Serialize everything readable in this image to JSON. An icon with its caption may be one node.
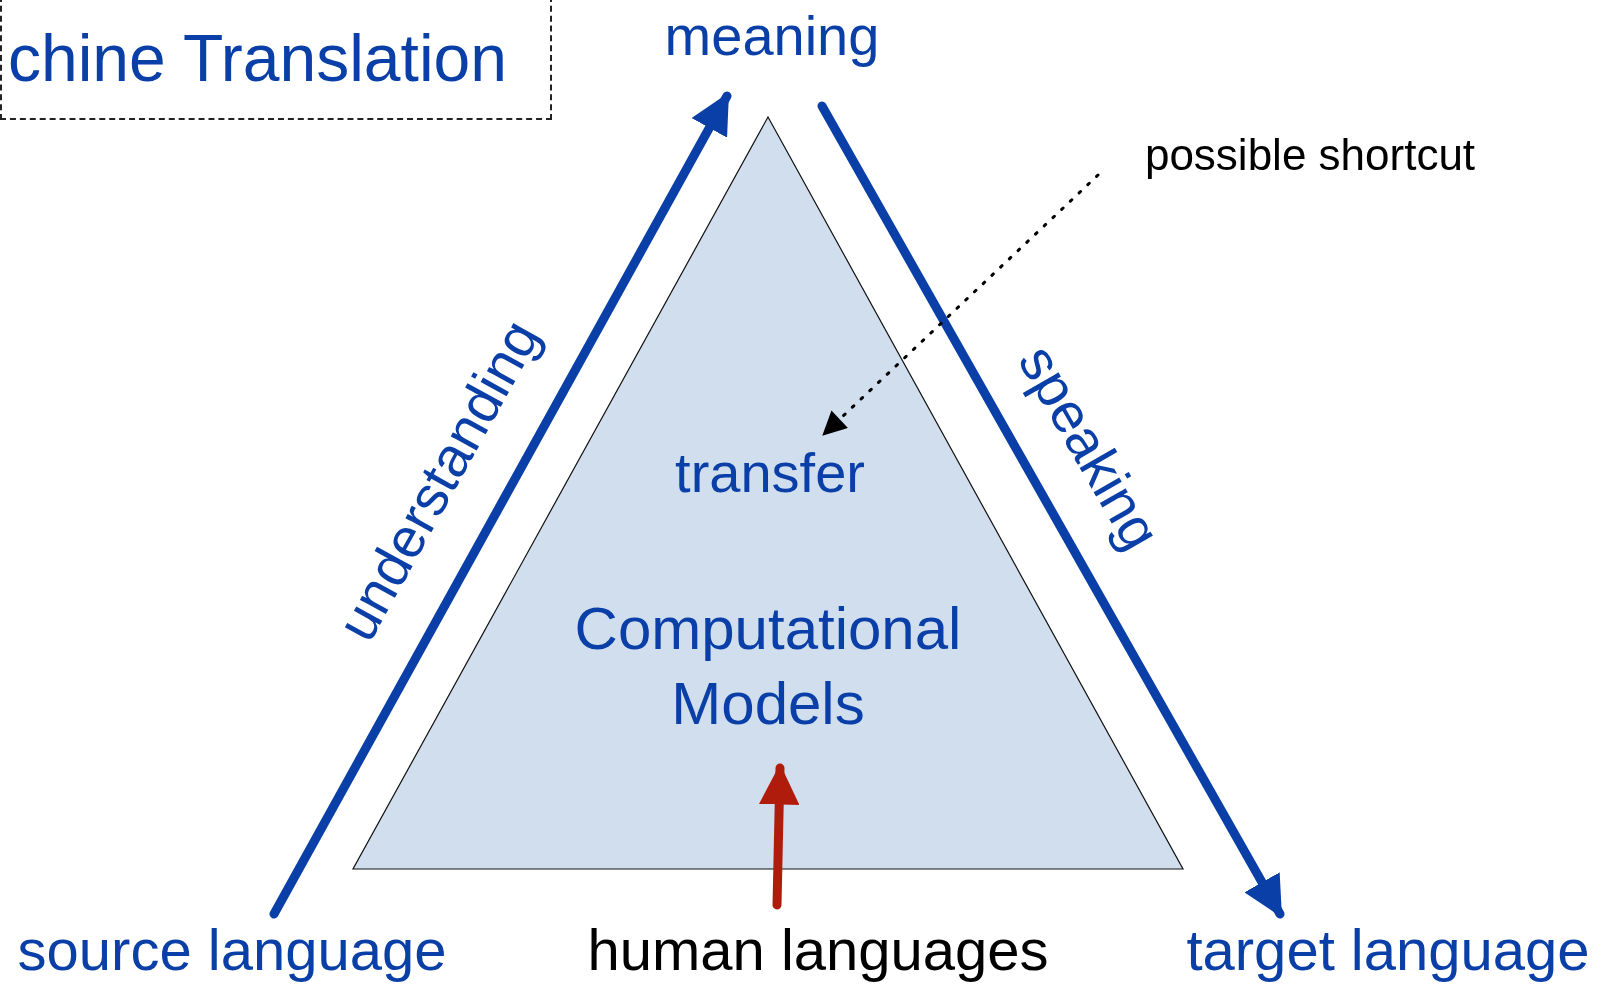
{
  "diagram": {
    "nodes": [
      {
        "text": [
          "chine Translation"
        ]
      },
      {
        "text": [
          "meaning"
        ]
      },
      {
        "text": [
          "source language"
        ]
      },
      {
        "text": [
          "target language"
        ]
      },
      {
        "text": [
          "Computational Models"
        ]
      },
      {
        "text": [
          "human languages"
        ]
      },
      {
        "text": [
          "possible shortcut"
        ]
      }
    ],
    "edges": [
      {
        "from": 2,
        "to": 1,
        "arrow": "to",
        "label": "understanding"
      },
      {
        "from": 1,
        "to": 3,
        "arrow": "to",
        "label": "speaking"
      },
      {
        "from": 5,
        "to": 4,
        "arrow": "to",
        "color": "#b01c0c"
      },
      {
        "from": 6,
        "to": 4,
        "arrow": "to",
        "style": "dashed",
        "color": "#000000"
      }
    ],
    "labels": [
      "transfer"
    ]
  }
}
